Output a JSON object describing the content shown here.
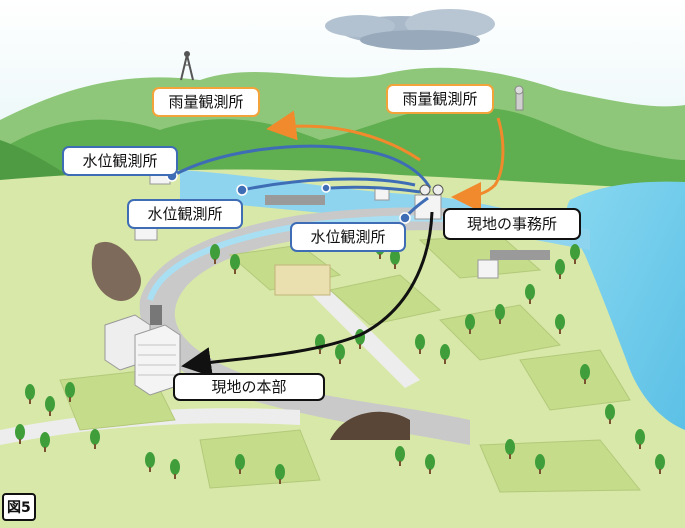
{
  "figure_label": "図5",
  "labels": {
    "rain_left": "雨量観測所",
    "rain_right": "雨量観測所",
    "water_1": "水位観測所",
    "water_2": "水位観測所",
    "water_3": "水位観測所",
    "field_office": "現地の事務所",
    "headquarters": "現地の本部"
  },
  "colors": {
    "orange_link": "#f08a2c",
    "blue_link": "#3f6db5",
    "black_link": "#111111",
    "sea": "#6cc8e8",
    "sky_top": "#ffffff",
    "sky_bottom": "#e6f5f7",
    "hills": "#5fae4f",
    "ground": "#d8e8a8",
    "river": "#8fd4ef",
    "road": "#c9c9c9"
  },
  "icons": {
    "cloud": "cloud-icon",
    "tower": "radio-tower-icon",
    "dish": "antenna-dish-icon"
  }
}
